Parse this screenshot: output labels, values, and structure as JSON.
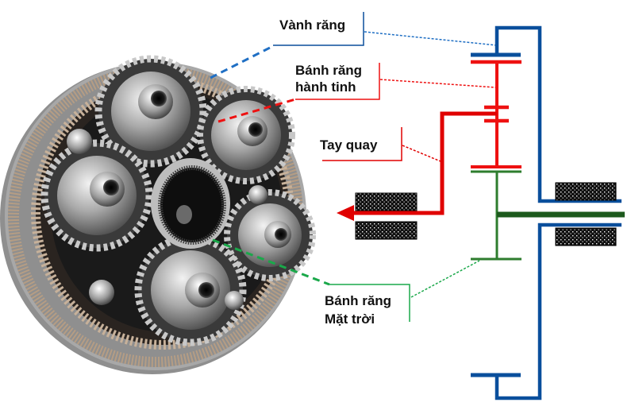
{
  "labels": {
    "ring_gear": "Vành răng",
    "planet_gear_line1": "Bánh răng",
    "planet_gear_line2": "hành tinh",
    "carrier": "Tay quay",
    "sun_gear_line1": "Bánh răng",
    "sun_gear_line2": "Mặt trời"
  },
  "colors": {
    "ring_gear": "#0a4f9c",
    "ring_leader": "#1f6fc4",
    "planet_gear": "#ee1111",
    "carrier": "#e00000",
    "sun_gear": "#2e7d2e",
    "sun_shaft": "#1d5a1d",
    "sun_leader": "#1aa84a",
    "bearing": "#111111"
  },
  "photo": {
    "subject": "planetary-gearset-photo"
  }
}
